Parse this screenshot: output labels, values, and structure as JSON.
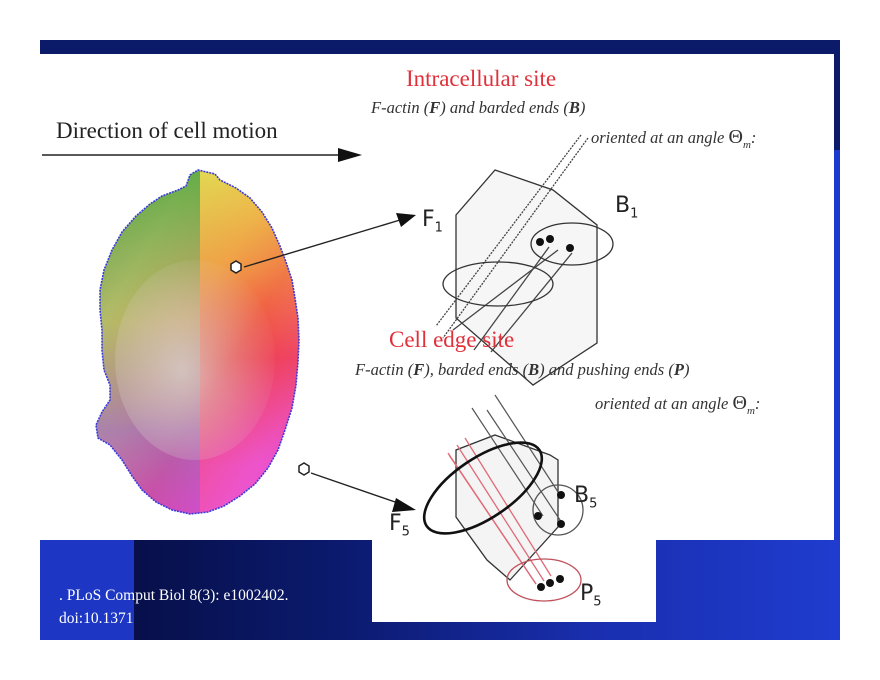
{
  "slide": {
    "colors": {
      "top_bar": "#0c1a6a",
      "bottom_band_left": "#1d37c4",
      "bottom_band_dark": "#07104a",
      "bottom_band_right": "#1f3ccf",
      "title_red": "#e0303a"
    },
    "direction_label": "Direction of cell motion",
    "intracellular": {
      "title": "Intracellular site",
      "line1_a": "F-actin (",
      "line1_F": "F",
      "line1_b": ") and  barded ends (",
      "line1_B": "B",
      "line1_c": ")",
      "line2": "oriented at an angle ",
      "theta": "Θ",
      "theta_sub": "m",
      "colon": ":",
      "labels": {
        "F": "F",
        "F_sub": "1",
        "B": "B",
        "B_sub": "1"
      }
    },
    "cell_edge": {
      "title": "Cell edge site",
      "line1_a": "F-actin (",
      "line1_F": "F",
      "line1_b": "), barded ends (",
      "line1_B": "B",
      "line1_c": ") and pushing ends (",
      "line1_P": "P",
      "line1_d": ")",
      "line2": "oriented at an angle ",
      "theta": "Θ",
      "theta_sub": "m",
      "colon": ":",
      "labels": {
        "F": "F",
        "F_sub": "5",
        "B": "B",
        "B_sub": "5",
        "P": "P",
        "P_sub": "5"
      }
    },
    "citation": {
      "line1": ". PLoS Comput Biol 8(3): e1002402.",
      "line2": "doi:10.1371"
    }
  }
}
